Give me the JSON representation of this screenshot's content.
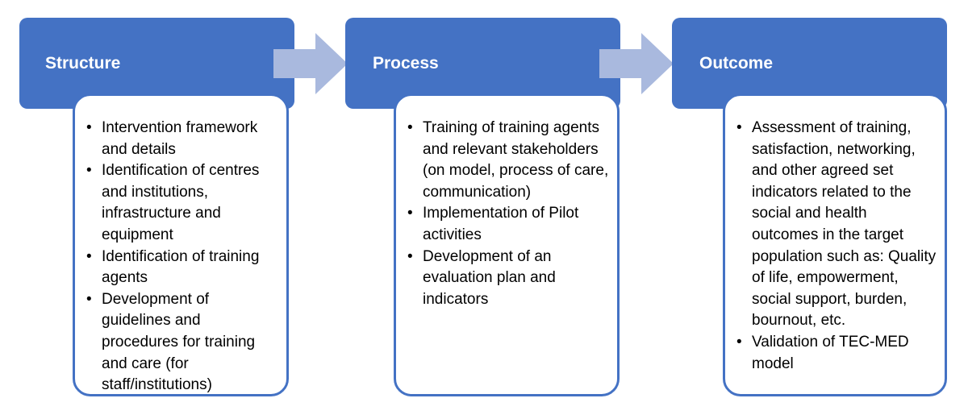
{
  "colors": {
    "header": "#4472c4",
    "arrow": "#a9b9de",
    "detail_border": "#4472c4"
  },
  "stages": [
    {
      "title": "Structure",
      "items": [
        "Intervention framework and details",
        "Identification of centres and institutions, infrastructure and equipment",
        "Identification of training agents",
        "Development of guidelines and procedures for training and care (for staff/institutions)"
      ]
    },
    {
      "title": "Process",
      "items": [
        "Training of training agents and relevant stakeholders (on model, process of care, communication)",
        "Implementation of Pilot activities",
        "Development of an evaluation plan and indicators"
      ]
    },
    {
      "title": "Outcome",
      "items": [
        "Assessment of training, satisfaction, networking, and other agreed set indicators related to the social and health outcomes in the target population such as: Quality of life, empowerment, social support, burden, bournout, etc.",
        "Validation of TEC-MED model"
      ]
    }
  ]
}
